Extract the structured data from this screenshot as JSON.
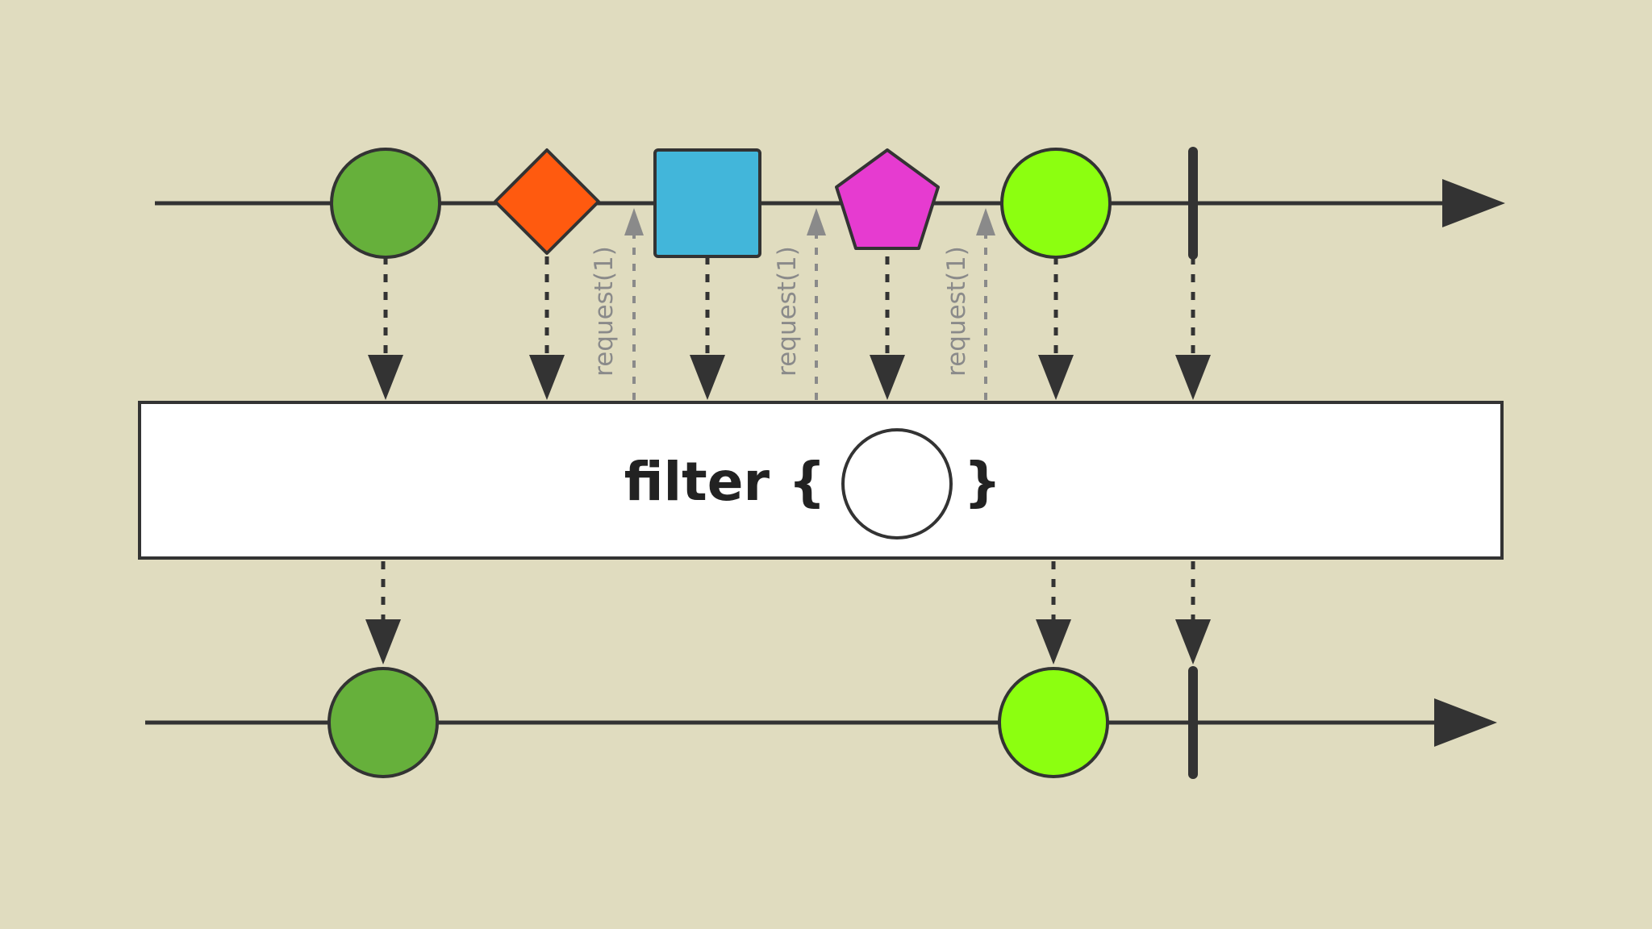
{
  "diagram": {
    "operator": {
      "prefix": "filter {",
      "suffix": "}"
    },
    "request_label": "request(1)",
    "colors": {
      "background": "#e0dcbf",
      "dark_green": "#66b03b",
      "orange": "#ff5a0f",
      "blue": "#42b6da",
      "magenta": "#e63bd0",
      "lime": "#8cff10"
    },
    "input_items": [
      {
        "shape": "circle",
        "color": "dark_green"
      },
      {
        "shape": "diamond",
        "color": "orange"
      },
      {
        "shape": "square",
        "color": "blue"
      },
      {
        "shape": "pentagon",
        "color": "magenta"
      },
      {
        "shape": "circle",
        "color": "lime"
      },
      {
        "shape": "completion"
      }
    ],
    "output_items": [
      {
        "shape": "circle",
        "color": "dark_green"
      },
      {
        "shape": "circle",
        "color": "lime"
      },
      {
        "shape": "completion"
      }
    ]
  }
}
